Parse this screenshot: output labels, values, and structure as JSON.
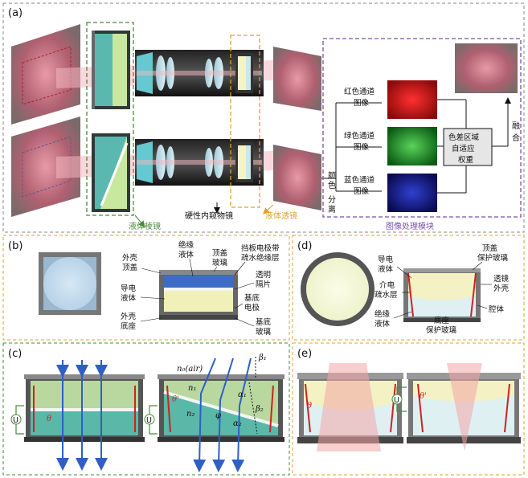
{
  "panels": {
    "a": "(a)",
    "b": "(b)",
    "c": "(c)",
    "d": "(d)",
    "e": "(e)"
  },
  "panel_a": {
    "liquid_prism": "液体棱镜",
    "rigid_endoscope": "硬性内窥物镜",
    "liquid_lens": "液体透镜",
    "image_processing": "图像处理模块",
    "color_separation": [
      "颜",
      "色",
      "分",
      "离"
    ],
    "red_channel": [
      "红色通道",
      "图像"
    ],
    "green_channel": [
      "绿色通道",
      "图像"
    ],
    "blue_channel": [
      "蓝色通道",
      "图像"
    ],
    "weight_box": [
      "色差区域",
      "自适应",
      "权重"
    ],
    "fusion": [
      "融",
      "合"
    ]
  },
  "panel_b": {
    "outer_top": [
      "外壳",
      "顶盖"
    ],
    "insulating_liquid": [
      "绝缘",
      "液体"
    ],
    "top_glass": [
      "顶盖",
      "玻璃"
    ],
    "baffle_electrode": [
      "挡板电极带",
      "疏水绝缘层"
    ],
    "transparent_spacer": [
      "透明",
      "隔片"
    ],
    "conductive_liquid": [
      "导电",
      "液体"
    ],
    "substrate_electrode": [
      "基底",
      "电极"
    ],
    "outer_base": [
      "外壳",
      "底座"
    ],
    "substrate_glass": [
      "基底",
      "玻璃"
    ]
  },
  "panel_d": {
    "conductive_liquid": [
      "导电",
      "液体"
    ],
    "dielectric_layer": [
      "介电",
      "疏水层"
    ],
    "insulating_liquid": [
      "绝缘",
      "液体"
    ],
    "top_protective_glass": [
      "顶盖",
      "保护玻璃"
    ],
    "lens_shell": [
      "透镜",
      "外壳"
    ],
    "cavity": "腔体",
    "base_protective_glass": [
      "底座",
      "保护玻璃"
    ]
  },
  "panel_c": {
    "voltage": "U",
    "theta": "θ",
    "theta_prime": "θ'",
    "n0": "n₀(air)",
    "n1": "n₁",
    "n2": "n₂",
    "alpha1": "α₁",
    "alpha2": "α₂",
    "beta1": "β₁",
    "beta2": "β₂",
    "phi": "φ"
  },
  "panel_e": {
    "voltage": "U",
    "theta": "θ",
    "theta_prime": "θ'"
  },
  "colors": {
    "green_dash": "#4a8a3a",
    "orange_dash": "#e0a030",
    "purple_dash": "#7a4fa8",
    "arrow_blue": "#2f5fc4",
    "electrode_red": "#cc2222"
  }
}
